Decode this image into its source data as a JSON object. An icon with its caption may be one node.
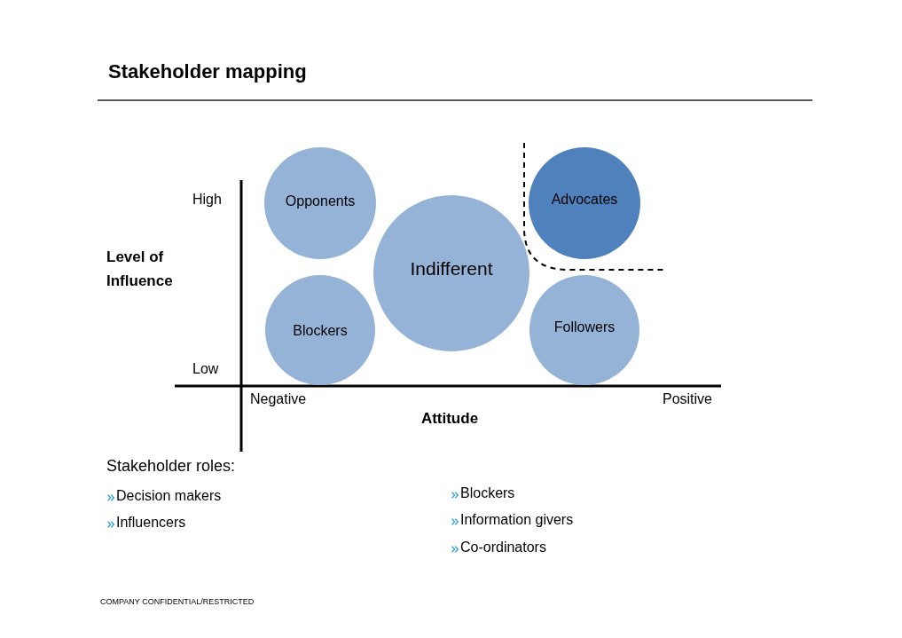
{
  "diagram": {
    "title": "Stakeholder mapping",
    "nodes": [
      {
        "text": [
          "Opponents"
        ]
      },
      {
        "text": [
          "Advocates"
        ]
      },
      {
        "text": [
          "Indifferent"
        ]
      },
      {
        "text": [
          "Blockers"
        ]
      },
      {
        "text": [
          "Followers"
        ]
      }
    ],
    "labels": [
      "High",
      "Level of Influence",
      "Low",
      "Negative",
      "Positive",
      "Attitude",
      "Stakeholder roles:",
      "Decision makers",
      "Blockers",
      "Influencers",
      "Information givers",
      "Co-ordinators",
      "COMPANY CONFIDENTIAL/RESTRICTED"
    ]
  }
}
